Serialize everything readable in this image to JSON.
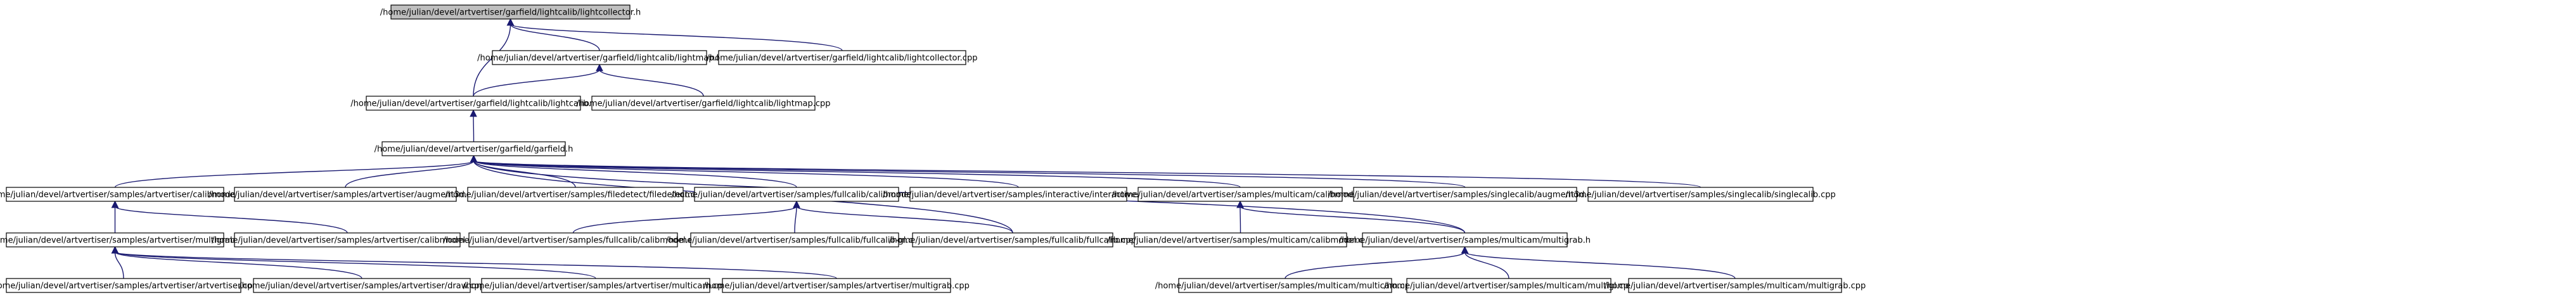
{
  "graph": {
    "nodes": [
      {
        "id": "lightcollector_h",
        "label": "/home/julian/devel/artvertiser/garfield/lightcalib/lightcollector.h",
        "highlight": true
      },
      {
        "id": "lightmap_h",
        "label": "/home/julian/devel/artvertiser/garfield/lightcalib/lightmap.h"
      },
      {
        "id": "lightcollector_cpp",
        "label": "/home/julian/devel/artvertiser/garfield/lightcalib/lightcollector.cpp"
      },
      {
        "id": "lightcalib_h",
        "label": "/home/julian/devel/artvertiser/garfield/lightcalib/lightcalib.h"
      },
      {
        "id": "lightmap_cpp",
        "label": "/home/julian/devel/artvertiser/garfield/lightcalib/lightmap.cpp"
      },
      {
        "id": "garfield_h",
        "label": "/home/julian/devel/artvertiser/garfield/garfield.h"
      },
      {
        "id": "av_calibmodel_h",
        "label": "/home/julian/devel/artvertiser/samples/artvertiser/calibmodel.h"
      },
      {
        "id": "augment3d_cpp",
        "label": "/home/julian/devel/artvertiser/samples/artvertiser/augment3d.cpp"
      },
      {
        "id": "filedetect_cpp",
        "label": "/home/julian/devel/artvertiser/samples/filedetect/filedetect.cpp"
      },
      {
        "id": "fc_calibmodel_h",
        "label": "/home/julian/devel/artvertiser/samples/fullcalib/calibmodel.h"
      },
      {
        "id": "interactive_cpp",
        "label": "/home/julian/devel/artvertiser/samples/interactive/interactive.cpp"
      },
      {
        "id": "mc_calibmodel_h",
        "label": "/home/julian/devel/artvertiser/samples/multicam/calibmodel.h"
      },
      {
        "id": "sc_augment3d_cpp",
        "label": "/home/julian/devel/artvertiser/samples/singlecalib/augment3d.cpp"
      },
      {
        "id": "singlecalib_cpp",
        "label": "/home/julian/devel/artvertiser/samples/singlecalib/singlecalib.cpp"
      },
      {
        "id": "av_multigrab_h",
        "label": "/home/julian/devel/artvertiser/samples/artvertiser/multigrab.h"
      },
      {
        "id": "av_calibmodel_cpp",
        "label": "/home/julian/devel/artvertiser/samples/artvertiser/calibmodel.cpp"
      },
      {
        "id": "fc_calibmodel_cpp",
        "label": "/home/julian/devel/artvertiser/samples/fullcalib/calibmodel.cpp"
      },
      {
        "id": "fullcalib_gl_cpp",
        "label": "/home/julian/devel/artvertiser/samples/fullcalib/fullcalib-gl.cpp"
      },
      {
        "id": "fullcalib_cpp",
        "label": "/home/julian/devel/artvertiser/samples/fullcalib/fullcalib.cpp"
      },
      {
        "id": "mc_calibmodel_cpp",
        "label": "/home/julian/devel/artvertiser/samples/multicam/calibmodel.cpp"
      },
      {
        "id": "mc_multigrab_h",
        "label": "/home/julian/devel/artvertiser/samples/multicam/multigrab.h"
      },
      {
        "id": "artvertiser_cpp",
        "label": "/home/julian/devel/artvertiser/samples/artvertiser/artvertiser.cpp"
      },
      {
        "id": "draw_cpp",
        "label": "/home/julian/devel/artvertiser/samples/artvertiser/draw.cpp"
      },
      {
        "id": "av_multicam_cpp",
        "label": "/home/julian/devel/artvertiser/samples/artvertiser/multicam.cpp"
      },
      {
        "id": "av_multigrab_cpp",
        "label": "/home/julian/devel/artvertiser/samples/artvertiser/multigrab.cpp"
      },
      {
        "id": "mc_multicam_cpp",
        "label": "/home/julian/devel/artvertiser/samples/multicam/multicam.cpp"
      },
      {
        "id": "multigl_cpp",
        "label": "/home/julian/devel/artvertiser/samples/multicam/multigl.cpp"
      },
      {
        "id": "mc_multigrab_cpp",
        "label": "/home/julian/devel/artvertiser/samples/multicam/multigrab.cpp"
      }
    ],
    "edges": [
      {
        "from": "lightcollector_h",
        "to": "lightmap_h"
      },
      {
        "from": "lightcollector_h",
        "to": "lightcollector_cpp"
      },
      {
        "from": "lightcollector_h",
        "to": "lightcalib_h"
      },
      {
        "from": "lightmap_h",
        "to": "lightcalib_h"
      },
      {
        "from": "lightmap_h",
        "to": "lightmap_cpp"
      },
      {
        "from": "lightcalib_h",
        "to": "garfield_h"
      },
      {
        "from": "garfield_h",
        "to": "av_calibmodel_h"
      },
      {
        "from": "garfield_h",
        "to": "augment3d_cpp"
      },
      {
        "from": "garfield_h",
        "to": "filedetect_cpp"
      },
      {
        "from": "garfield_h",
        "to": "fc_calibmodel_h"
      },
      {
        "from": "garfield_h",
        "to": "interactive_cpp"
      },
      {
        "from": "garfield_h",
        "to": "mc_calibmodel_h"
      },
      {
        "from": "garfield_h",
        "to": "sc_augment3d_cpp"
      },
      {
        "from": "garfield_h",
        "to": "singlecalib_cpp"
      },
      {
        "from": "garfield_h",
        "to": "fullcalib_cpp"
      },
      {
        "from": "garfield_h",
        "to": "mc_multigrab_h"
      },
      {
        "from": "av_calibmodel_h",
        "to": "av_multigrab_h"
      },
      {
        "from": "av_calibmodel_h",
        "to": "av_calibmodel_cpp"
      },
      {
        "from": "fc_calibmodel_h",
        "to": "fc_calibmodel_cpp"
      },
      {
        "from": "fc_calibmodel_h",
        "to": "fullcalib_gl_cpp"
      },
      {
        "from": "fc_calibmodel_h",
        "to": "fullcalib_cpp"
      },
      {
        "from": "mc_calibmodel_h",
        "to": "mc_calibmodel_cpp"
      },
      {
        "from": "mc_calibmodel_h",
        "to": "mc_multigrab_h"
      },
      {
        "from": "av_multigrab_h",
        "to": "artvertiser_cpp"
      },
      {
        "from": "av_multigrab_h",
        "to": "draw_cpp"
      },
      {
        "from": "av_multigrab_h",
        "to": "av_multicam_cpp"
      },
      {
        "from": "av_multigrab_h",
        "to": "av_multigrab_cpp"
      },
      {
        "from": "mc_multigrab_h",
        "to": "mc_multicam_cpp"
      },
      {
        "from": "mc_multigrab_h",
        "to": "multigl_cpp"
      },
      {
        "from": "mc_multigrab_h",
        "to": "mc_multigrab_cpp"
      }
    ]
  }
}
